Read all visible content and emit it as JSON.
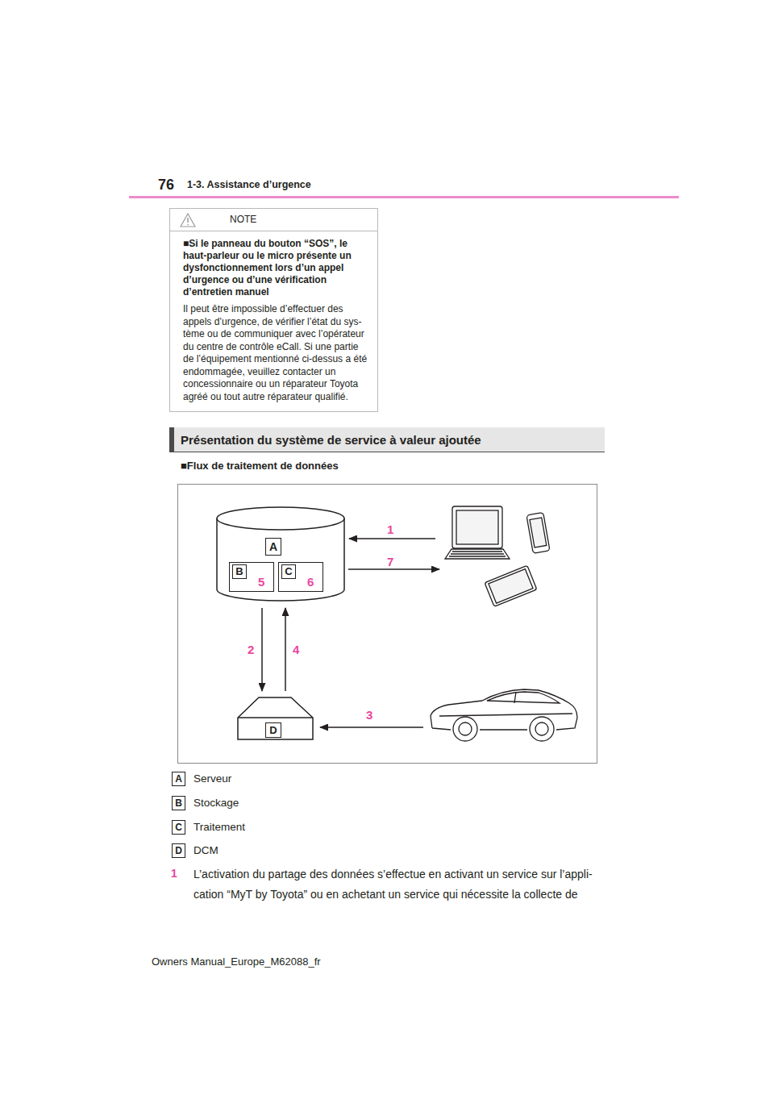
{
  "diagram": {
    "nodes": [
      {
        "text": [
          "NOTE",
          "■Si le panneau du bouton “SOS”, le haut-parleur ou le micro présente un dysfonctionnement lors d’un appel d’urgence ou d’une vérification d’entretien manuel",
          "Il peut être impossible d’effectuer des appels d’urgence, de vérifier l’état du sys- tème ou de communiquer avec l’opérateur du centre de contrôle eCall. Si une partie de l’équipement mentionné ci-dessus a été endommagée, veuillez contacter un concessionnaire ou un réparateur Toyota agréé ou tout autre réparateur qualifié."
        ]
      },
      {
        "text": [
          "Présentation du système de service à valeur ajoutée"
        ]
      },
      {
        "text": [
          "A"
        ]
      },
      {
        "text": [
          "B",
          "5"
        ],
        "in": 2
      },
      {
        "text": [
          "C",
          "6"
        ],
        "in": 2
      },
      {
        "text": [
          "D"
        ]
      }
    ],
    "edges": [
      {
        "from": 2,
        "to": 5,
        "label": "2",
        "arrow": "to"
      },
      {
        "from": 5,
        "to": 2,
        "label": "4",
        "arrow": "to"
      }
    ],
    "labels": [
      "76",
      "1-3. Assistance d’urgence",
      "■Flux de traitement de données",
      "1",
      "7",
      "3",
      "A",
      "Serveur",
      "B",
      "Stockage",
      "C",
      "Traitement",
      "D",
      "DCM",
      "1",
      "L’activation du partage des données s’effectue en activant un service sur l’appli- cation “MyT by Toyota” ou en achetant un service qui nécessite la collecte de",
      "Owners Manual_Europe_M62088_fr"
    ]
  }
}
